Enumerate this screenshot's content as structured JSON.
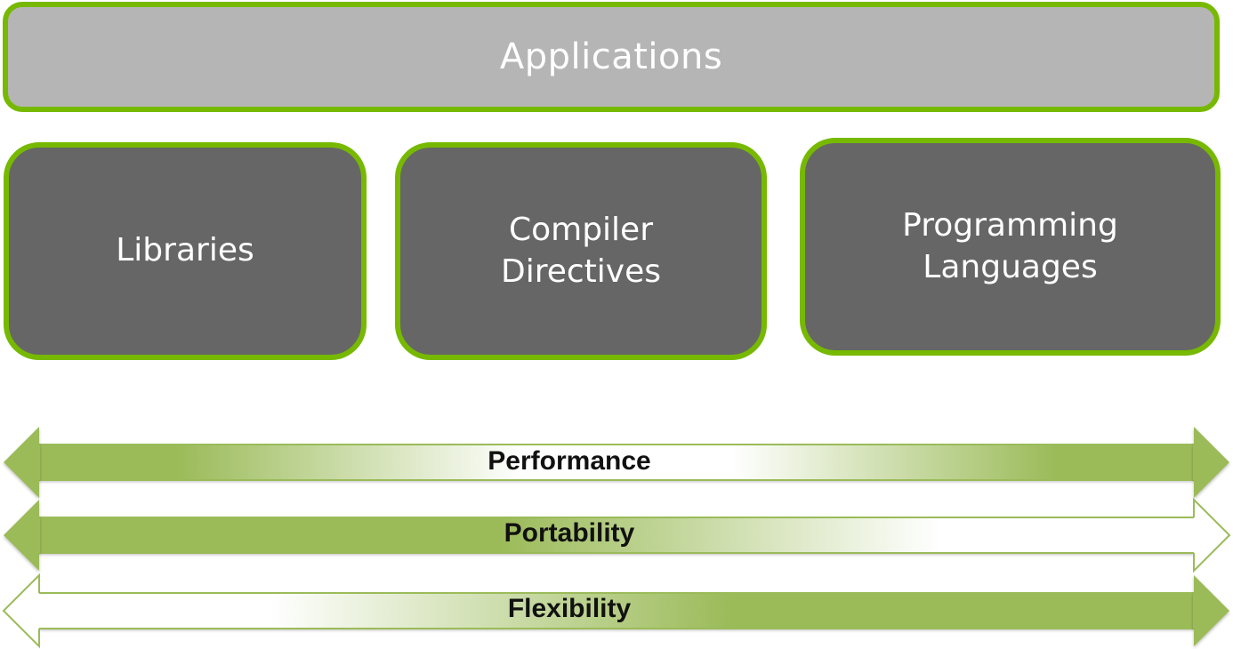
{
  "colors": {
    "border_green": "#76b900",
    "arrow_green": "#9bbb59",
    "app_bar_fill": "#b5b5b5",
    "tile_fill": "#666666",
    "tile_text": "#ffffff",
    "label_text": "#111111"
  },
  "app_layer": {
    "label": "Applications"
  },
  "approaches": [
    {
      "label": "Libraries"
    },
    {
      "label": "Compiler\nDirectives"
    },
    {
      "label": "Programming\nLanguages"
    }
  ],
  "tradeoffs": [
    {
      "label": "Performance",
      "gradient": "strong-ends-fade-middle",
      "left_head": "filled",
      "right_head": "filled"
    },
    {
      "label": "Portability",
      "gradient": "strong-left-fade-right",
      "left_head": "filled",
      "right_head": "outline"
    },
    {
      "label": "Flexibility",
      "gradient": "fade-left-strong-right",
      "left_head": "outline",
      "right_head": "filled"
    }
  ]
}
